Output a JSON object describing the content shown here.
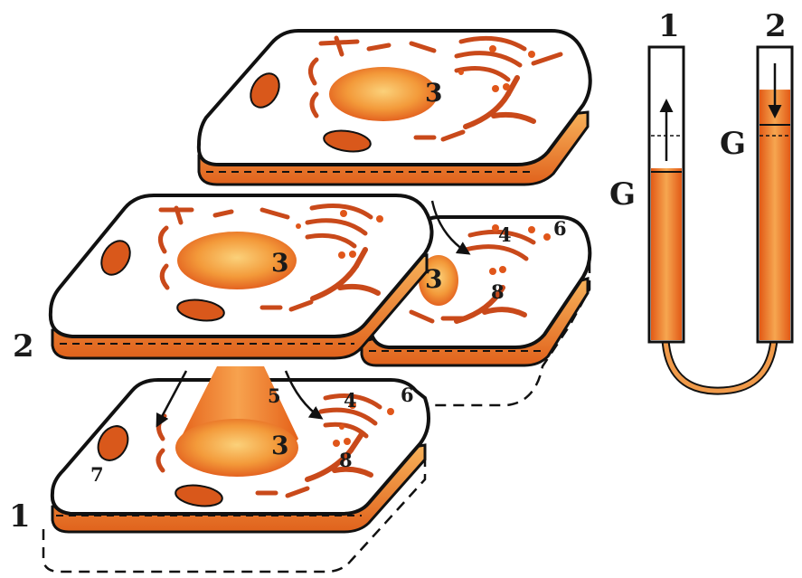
{
  "layers": [
    {
      "id": "layer-1",
      "label": "1"
    },
    {
      "id": "layer-2",
      "label": "2"
    }
  ],
  "numbers": {
    "nucleus": "3",
    "four": "4",
    "five": "5",
    "six": "6",
    "seven": "7",
    "eight": "8"
  },
  "tubes": {
    "tube1": {
      "label": "1",
      "g": "G",
      "fill_fraction": 0.59
    },
    "tube2": {
      "label": "2",
      "g": "G",
      "fill_fraction": 0.86
    }
  },
  "colors": {
    "outline": "#111111",
    "cytoplasm": "#ffffff",
    "orange": "#e8671a",
    "orange_light": "#f6a055",
    "organelle": "#c9491a"
  }
}
